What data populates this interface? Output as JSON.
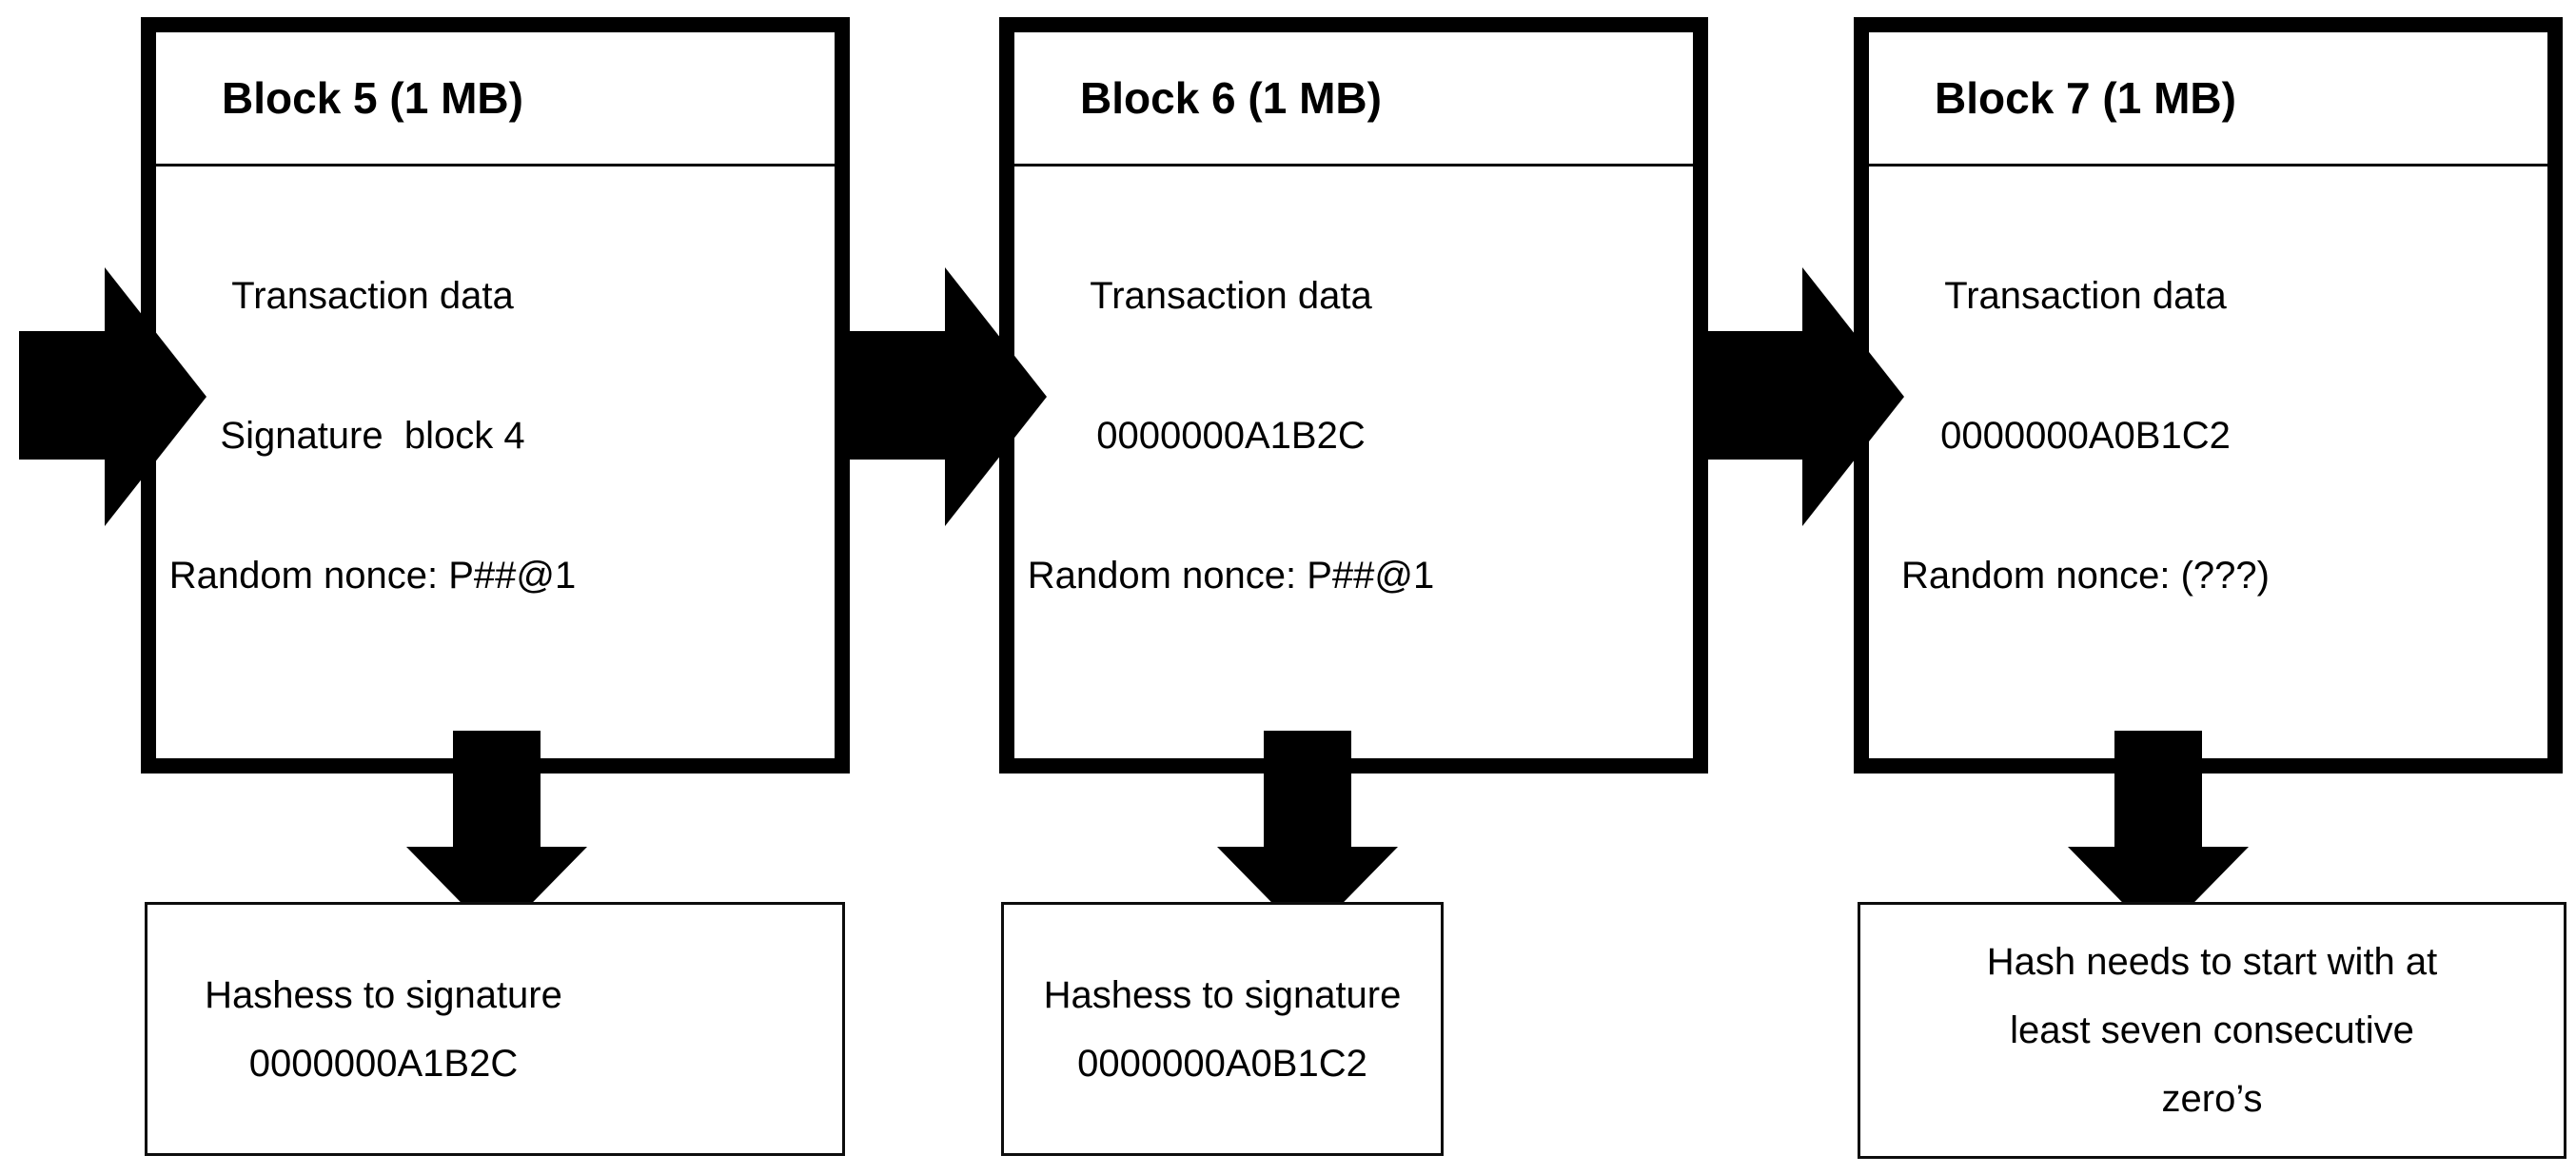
{
  "colors": {
    "ink": "#000000",
    "paper": "#ffffff"
  },
  "icons": {
    "flow_arrow_right": "css-solid-right-arrow",
    "hash_arrow_down": "css-solid-down-arrow"
  },
  "blocks": [
    {
      "title": "Block 5 (1 MB)",
      "lines": [
        "Transaction data",
        "Signature  block 4",
        "Random nonce: P##@1"
      ]
    },
    {
      "title": "Block 6 (1 MB)",
      "lines": [
        "Transaction data",
        "0000000A1B2C",
        "Random nonce: P##@1"
      ]
    },
    {
      "title": "Block 7 (1 MB)",
      "lines": [
        "Transaction data",
        "0000000A0B1C2",
        "Random nonce: (???)"
      ]
    }
  ],
  "hash_boxes": [
    {
      "lines": [
        "Hashess to signature",
        "0000000A1B2C"
      ]
    },
    {
      "lines": [
        "Hashess to signature",
        "0000000A0B1C2"
      ]
    },
    {
      "lines": [
        "Hash needs to start with at",
        "least seven consecutive",
        "zero’s"
      ]
    }
  ]
}
